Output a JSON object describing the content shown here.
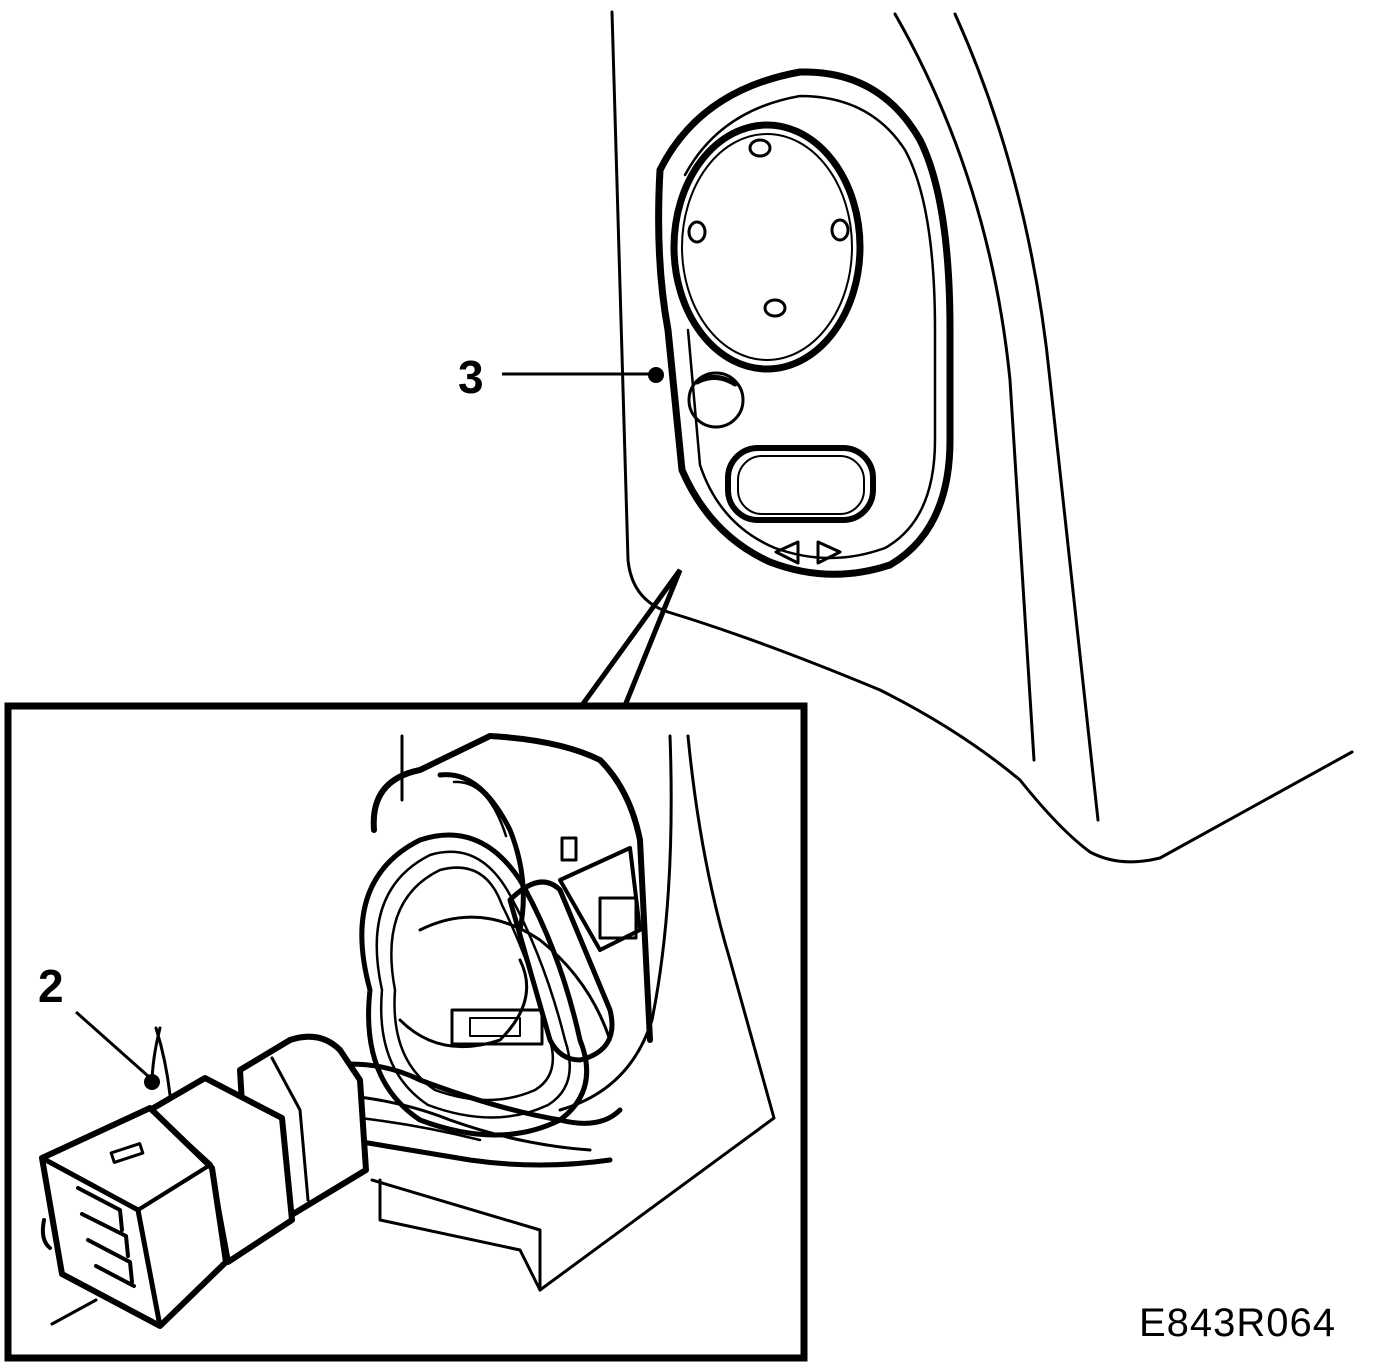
{
  "diagram": {
    "callouts": {
      "item_3": "3",
      "item_2": "2"
    },
    "reference_code": "E843R064"
  },
  "colors": {
    "line": "#000000",
    "background": "#ffffff"
  }
}
